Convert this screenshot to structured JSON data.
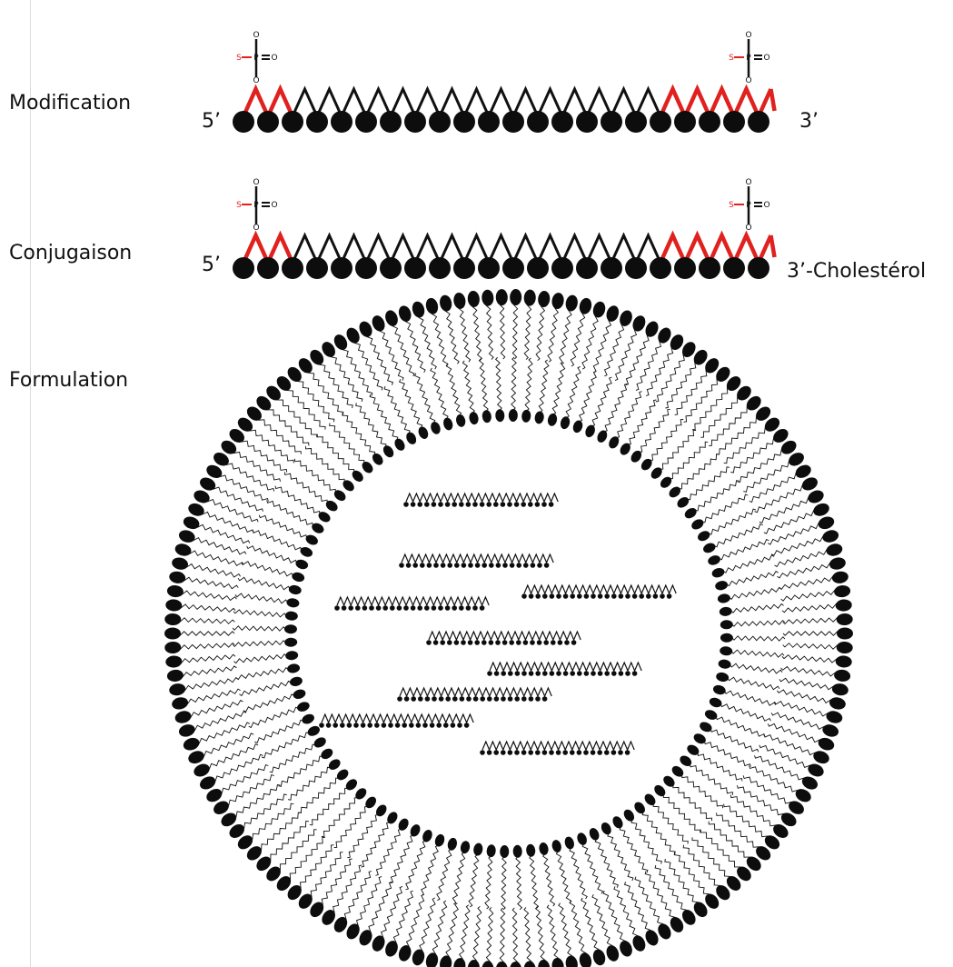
{
  "rows": {
    "modification": {
      "label": "Modification",
      "end5": "5’",
      "end3": "3’"
    },
    "conjugation": {
      "label": "Conjugaison",
      "end5": "5’",
      "end3": "3’-Cholestérol"
    },
    "formulation": {
      "label": "Formulation"
    }
  },
  "phosphorothioate": {
    "s": "S",
    "p": "P",
    "o": "O"
  },
  "colors": {
    "modified": "#e0211d",
    "backbone": "#111111",
    "bead": "#0d0d0d"
  }
}
